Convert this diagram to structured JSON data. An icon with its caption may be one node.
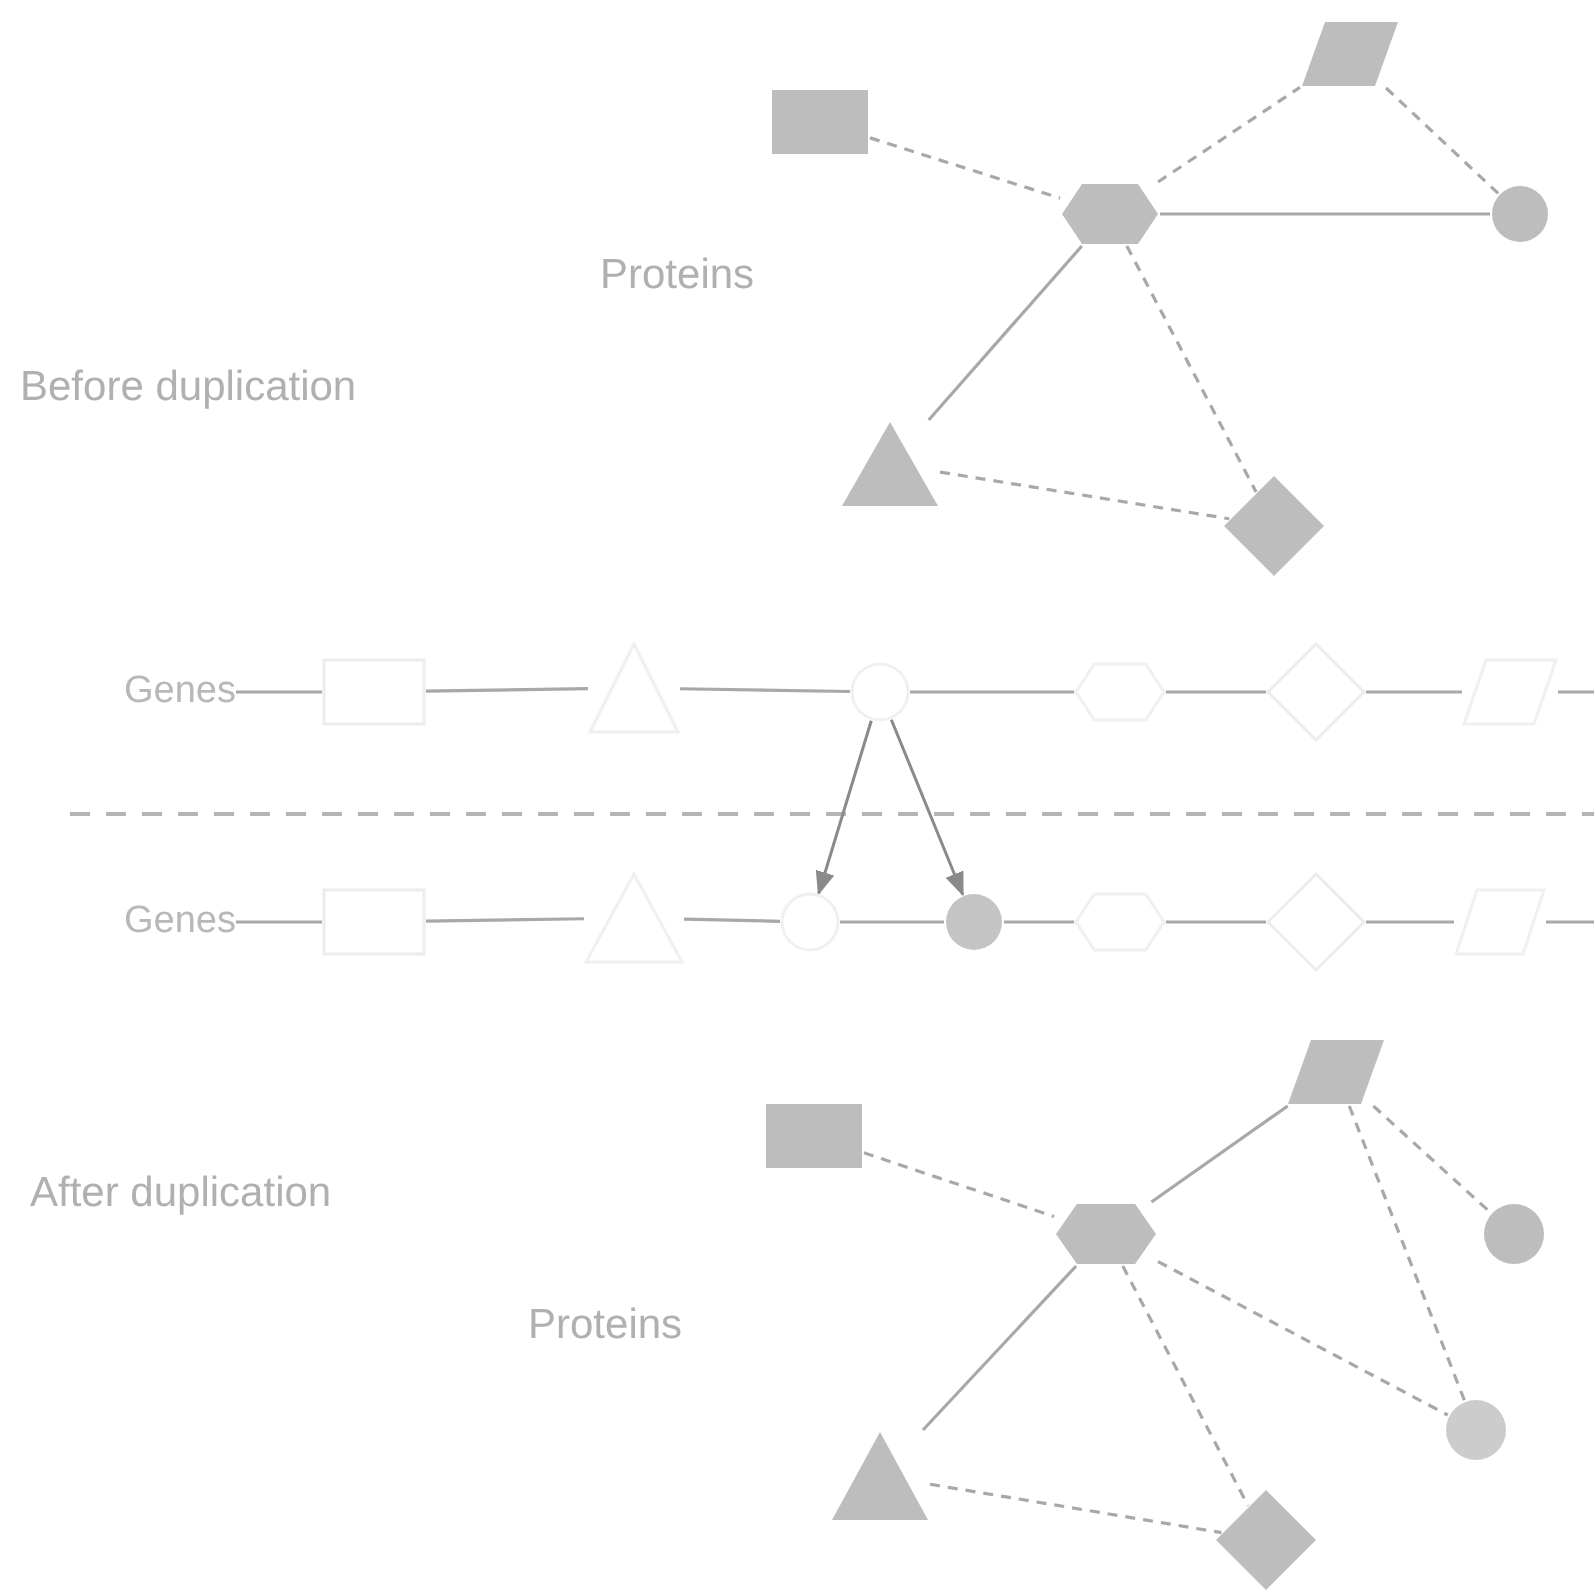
{
  "diagram": {
    "nodes": [
      {
        "text": [],
        "shape": "box"
      },
      {
        "text": [],
        "shape": "parallelogram"
      },
      {
        "text": [],
        "shape": "hexagon"
      },
      {
        "text": [],
        "shape": "circle"
      },
      {
        "text": [],
        "shape": "triangle"
      },
      {
        "text": [],
        "shape": "diamond"
      },
      {
        "text": [
          "Genes"
        ]
      },
      {
        "text": [],
        "shape": "box"
      },
      {
        "text": [],
        "shape": "triangle"
      },
      {
        "text": [],
        "shape": "circle"
      },
      {
        "text": [],
        "shape": "hexagon"
      },
      {
        "text": [],
        "shape": "diamond"
      },
      {
        "text": [],
        "shape": "parallelogram"
      },
      {
        "text": [
          "Genes"
        ]
      },
      {
        "text": [],
        "shape": "box"
      },
      {
        "text": [],
        "shape": "triangle"
      },
      {
        "text": [],
        "shape": "circle"
      },
      {
        "text": [],
        "shape": "circle"
      },
      {
        "text": [],
        "shape": "hexagon"
      },
      {
        "text": [],
        "shape": "diamond"
      },
      {
        "text": [],
        "shape": "parallelogram"
      },
      {
        "text": [],
        "shape": "box"
      },
      {
        "text": [],
        "shape": "parallelogram"
      },
      {
        "text": [],
        "shape": "hexagon"
      },
      {
        "text": [],
        "shape": "circle"
      },
      {
        "text": [],
        "shape": "circle"
      },
      {
        "text": [],
        "shape": "triangle"
      },
      {
        "text": [],
        "shape": "diamond"
      }
    ],
    "edges": [
      {
        "from": 0,
        "to": 2,
        "arrow": "none",
        "style": "dashed"
      },
      {
        "from": 2,
        "to": 1,
        "arrow": "none",
        "style": "dashed"
      },
      {
        "from": 1,
        "to": 3,
        "arrow": "none",
        "style": "dashed"
      },
      {
        "from": 2,
        "to": 3,
        "arrow": "none"
      },
      {
        "from": 2,
        "to": 4,
        "arrow": "none"
      },
      {
        "from": 2,
        "to": 5,
        "arrow": "none",
        "style": "dashed"
      },
      {
        "from": 4,
        "to": 5,
        "arrow": "none",
        "style": "dashed"
      },
      {
        "from": 6,
        "to": 7,
        "arrow": "none"
      },
      {
        "from": 7,
        "to": 8,
        "arrow": "none"
      },
      {
        "from": 8,
        "to": 9,
        "arrow": "none"
      },
      {
        "from": 9,
        "to": 10,
        "arrow": "none"
      },
      {
        "from": 10,
        "to": 11,
        "arrow": "none"
      },
      {
        "from": 11,
        "to": 12,
        "arrow": "none"
      },
      {
        "from": 12,
        "to": null,
        "arrow": "none"
      },
      {
        "from": 13,
        "to": 14,
        "arrow": "none"
      },
      {
        "from": 14,
        "to": 15,
        "arrow": "none"
      },
      {
        "from": 15,
        "to": 16,
        "arrow": "none"
      },
      {
        "from": 16,
        "to": 17,
        "arrow": "none"
      },
      {
        "from": 17,
        "to": 18,
        "arrow": "none"
      },
      {
        "from": 18,
        "to": 19,
        "arrow": "none"
      },
      {
        "from": 19,
        "to": 20,
        "arrow": "none"
      },
      {
        "from": 20,
        "to": null,
        "arrow": "none"
      },
      {
        "from": 9,
        "to": 16,
        "arrow": "to"
      },
      {
        "from": 9,
        "to": 17,
        "arrow": "to"
      },
      {
        "from": 21,
        "to": 23,
        "arrow": "none",
        "style": "dashed"
      },
      {
        "from": 23,
        "to": 22,
        "arrow": "none"
      },
      {
        "from": 22,
        "to": 24,
        "arrow": "none",
        "style": "dashed"
      },
      {
        "from": 22,
        "to": 25,
        "arrow": "none",
        "style": "dashed"
      },
      {
        "from": 23,
        "to": 25,
        "arrow": "none",
        "style": "dashed"
      },
      {
        "from": 23,
        "to": 26,
        "arrow": "none"
      },
      {
        "from": 23,
        "to": 27,
        "arrow": "none",
        "style": "dashed"
      },
      {
        "from": 26,
        "to": 27,
        "arrow": "none",
        "style": "dashed"
      }
    ],
    "labels": [
      "Proteins",
      "Before duplication",
      "After duplication",
      "Proteins"
    ]
  }
}
